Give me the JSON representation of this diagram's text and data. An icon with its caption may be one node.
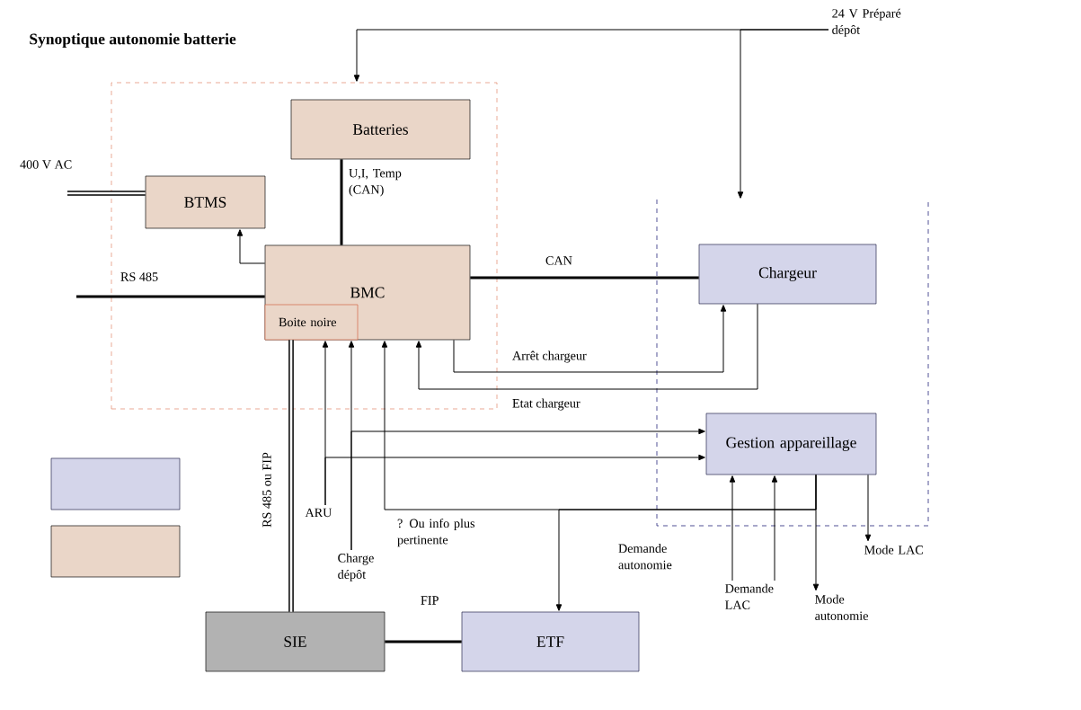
{
  "diagram": {
    "title": "Synoptique autonomie batterie",
    "nodes": [
      {
        "text": [
          "24 V Préparé dépôt"
        ]
      },
      {
        "text": [],
        "shape": "box"
      },
      {
        "text": [
          "Batteries"
        ],
        "in": 1
      },
      {
        "text": [
          "BTMS"
        ],
        "in": 1
      },
      {
        "text": [
          "BMC"
        ],
        "in": 1
      },
      {
        "text": [
          "Boite noire"
        ],
        "in": 4
      },
      {
        "text": [],
        "shape": "box"
      },
      {
        "text": [
          "Chargeur"
        ],
        "in": 6
      },
      {
        "text": [
          "Gestion appareillage"
        ],
        "in": 6
      },
      {
        "text": [],
        "shape": "box"
      },
      {
        "text": [],
        "shape": "box"
      },
      {
        "text": [
          "ARU"
        ]
      },
      {
        "text": [
          "Charge dépôt"
        ]
      },
      {
        "text": [
          "Demande LAC"
        ]
      },
      {
        "text": [
          "Mode autonomie"
        ]
      },
      {
        "text": [
          "Mode LAC"
        ]
      },
      {
        "text": [
          "SIE"
        ]
      },
      {
        "text": [
          "ETF"
        ]
      }
    ],
    "edges": [
      {
        "from": 0,
        "to": 1,
        "arrow": "to"
      },
      {
        "from": 0,
        "to": 6,
        "arrow": "to"
      },
      {
        "from": null,
        "to": 3,
        "arrow": "none",
        "label": "400 V AC",
        "style": "thick"
      },
      {
        "from": 2,
        "to": 4,
        "arrow": "none",
        "label": "U,I, Temp (CAN)",
        "style": "thick"
      },
      {
        "from": 4,
        "to": 3,
        "arrow": "to"
      },
      {
        "from": null,
        "to": 4,
        "arrow": "none",
        "label": "RS 485",
        "style": "thick"
      },
      {
        "from": 4,
        "to": 7,
        "arrow": "none",
        "label": "CAN",
        "style": "thick"
      },
      {
        "from": 4,
        "to": 7,
        "arrow": "to",
        "label": "Arrêt chargeur"
      },
      {
        "from": 7,
        "to": 4,
        "arrow": "to",
        "label": "Etat chargeur"
      },
      {
        "from": 5,
        "to": 16,
        "arrow": "none",
        "label": "RS 485 ou FIP",
        "style": "thick"
      },
      {
        "from": 11,
        "to": 4,
        "arrow": "to"
      },
      {
        "from": 11,
        "to": 8,
        "arrow": "to"
      },
      {
        "from": 12,
        "to": 4,
        "arrow": "to"
      },
      {
        "from": 12,
        "to": 8,
        "arrow": "to"
      },
      {
        "from": 8,
        "to": 4,
        "arrow": "to",
        "label": "? Ou info plus pertinente"
      },
      {
        "from": 8,
        "to": 17,
        "arrow": "to",
        "label": "Demande autonomie"
      },
      {
        "from": 8,
        "to": 14,
        "arrow": "to"
      },
      {
        "from": 8,
        "to": 15,
        "arrow": "to"
      },
      {
        "from": 13,
        "to": 8,
        "arrow": "to"
      },
      {
        "from": 13,
        "to": 8,
        "arrow": "to"
      },
      {
        "from": 16,
        "to": 17,
        "arrow": "none",
        "label": "FIP",
        "style": "thick"
      }
    ]
  }
}
